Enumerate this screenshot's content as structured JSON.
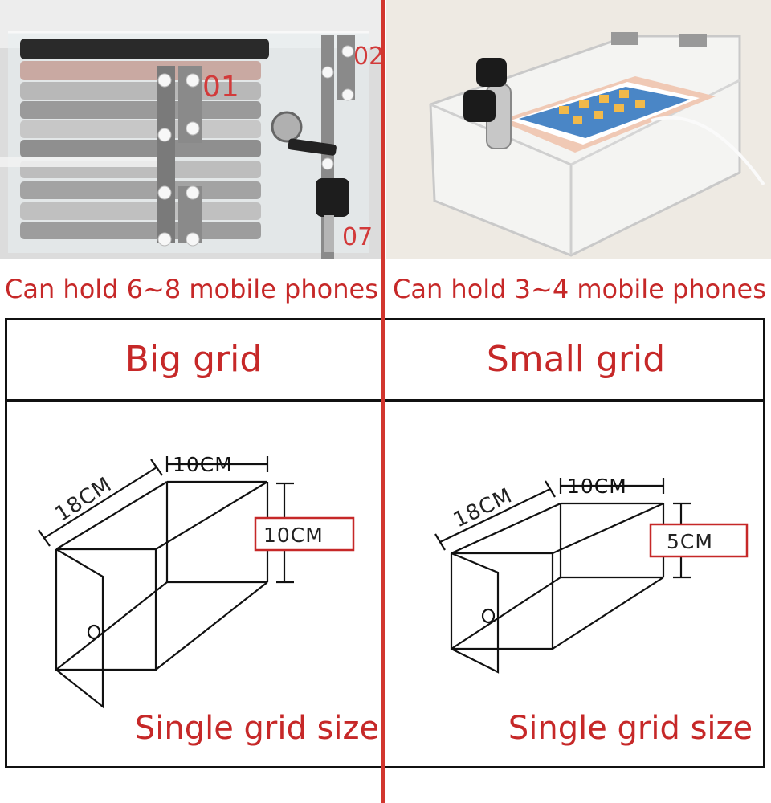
{
  "left": {
    "caption": "Can hold 6~8 mobile phones",
    "title": "Big grid",
    "slot_labels": [
      "01",
      "02",
      "07"
    ],
    "dims": {
      "length": "18CM",
      "width": "10CM",
      "height": "10CM"
    },
    "size_label": "Single grid size"
  },
  "right": {
    "caption": "Can hold 3~4 mobile phones",
    "title": "Small grid",
    "dims": {
      "length": "18CM",
      "width": "10CM",
      "height": "5CM"
    },
    "size_label": "Single grid size"
  },
  "colors": {
    "accent": "#c62828",
    "divider": "#d2362e",
    "line": "#111111"
  }
}
